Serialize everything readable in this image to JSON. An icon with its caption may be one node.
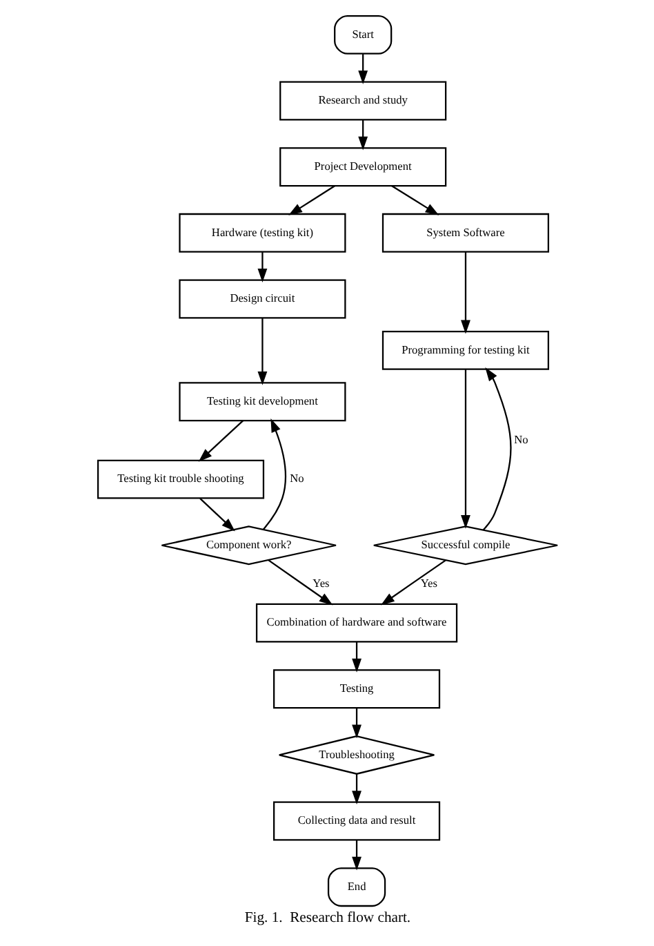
{
  "diagram": {
    "caption": "Fig. 1.  Research flow chart.",
    "nodes": [
      {
        "text": [
          "Start"
        ]
      },
      {
        "text": [
          "Research and study"
        ]
      },
      {
        "text": [
          "Project Development"
        ]
      },
      {
        "text": [
          "Hardware (testing kit)"
        ]
      },
      {
        "text": [
          "System Software"
        ]
      },
      {
        "text": [
          "Design circuit"
        ]
      },
      {
        "text": [
          "Programming for testing kit"
        ]
      },
      {
        "text": [
          "Testing kit development"
        ]
      },
      {
        "text": [
          "Testing kit trouble shooting"
        ]
      },
      {
        "text": [
          "Component work?"
        ]
      },
      {
        "text": [
          "Successful compile"
        ]
      },
      {
        "text": [
          "Combination of hardware and software"
        ]
      },
      {
        "text": [
          "Testing"
        ]
      },
      {
        "text": [
          "Troubleshooting"
        ]
      },
      {
        "text": [
          "Collecting data and result"
        ]
      },
      {
        "text": [
          "End"
        ]
      }
    ],
    "edges": [
      {
        "from": 0,
        "to": 1,
        "arrow": "to"
      },
      {
        "from": 1,
        "to": 2,
        "arrow": "to"
      },
      {
        "from": 2,
        "to": 3,
        "arrow": "to"
      },
      {
        "from": 2,
        "to": 4,
        "arrow": "to"
      },
      {
        "from": 3,
        "to": 5,
        "arrow": "to"
      },
      {
        "from": 4,
        "to": 6,
        "arrow": "to"
      },
      {
        "from": 5,
        "to": 7,
        "arrow": "to"
      },
      {
        "from": 7,
        "to": 8,
        "arrow": "to"
      },
      {
        "from": 8,
        "to": 9,
        "arrow": "to"
      },
      {
        "from": 9,
        "to": 7,
        "arrow": "to",
        "label": "No"
      },
      {
        "from": 6,
        "to": 10,
        "arrow": "to"
      },
      {
        "from": 10,
        "to": 6,
        "arrow": "to",
        "label": "No"
      },
      {
        "from": 9,
        "to": 11,
        "arrow": "to",
        "label": "Yes"
      },
      {
        "from": 10,
        "to": 11,
        "arrow": "to",
        "label": "Yes"
      },
      {
        "from": 11,
        "to": 12,
        "arrow": "to"
      },
      {
        "from": 12,
        "to": 13,
        "arrow": "to"
      },
      {
        "from": 13,
        "to": 14,
        "arrow": "to"
      },
      {
        "from": 14,
        "to": 15,
        "arrow": "to"
      }
    ]
  }
}
